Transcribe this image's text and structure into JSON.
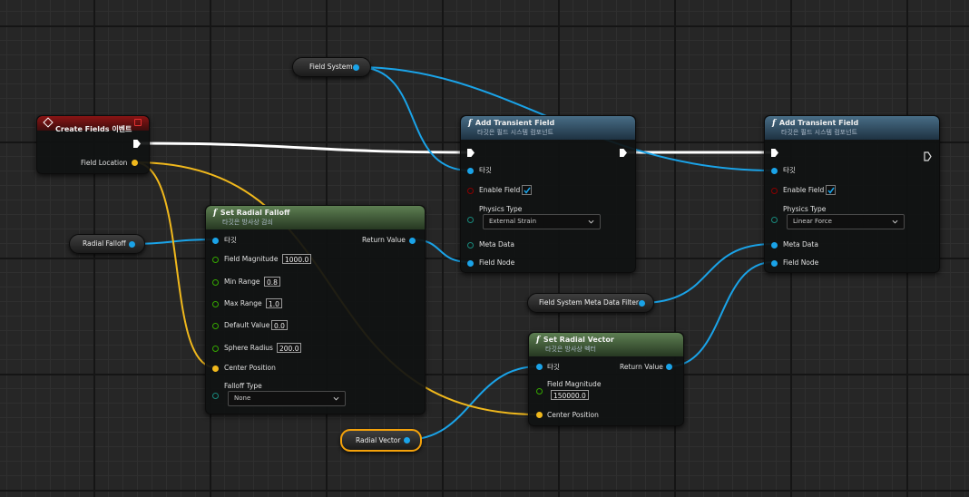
{
  "colors": {
    "object_pin": "#1aa3e8",
    "vector_pin": "#f0b81c",
    "float_pin": "#35a800",
    "exec_wire": "#ffffff",
    "selection": "#f5a20a"
  },
  "event_node": {
    "title": "Create Fields 이벤트",
    "field_location": "Field Location"
  },
  "vars": {
    "field_system": "Field System",
    "radial_falloff": "Radial Falloff",
    "meta_filter": "Field System Meta Data Filter",
    "radial_vector": "Radial Vector"
  },
  "falloff_node": {
    "title": "Set Radial Falloff",
    "subtitle": "타깃은 방사상 감쇠",
    "target": "타깃",
    "return_value": "Return Value",
    "field_magnitude": "Field Magnitude",
    "field_magnitude_value": "1000.0",
    "min_range": "Min Range",
    "min_range_value": "0.8",
    "max_range": "Max Range",
    "max_range_value": "1.0",
    "default_value": "Default Value",
    "default_value_value": "0.0",
    "sphere_radius": "Sphere Radius",
    "sphere_radius_value": "200.0",
    "center_position": "Center Position",
    "falloff_type": "Falloff Type",
    "falloff_type_value": "None"
  },
  "vector_node": {
    "title": "Set Radial Vector",
    "subtitle": "타깃은 방사상 벡터",
    "target": "타깃",
    "return_value": "Return Value",
    "field_magnitude": "Field Magnitude",
    "field_magnitude_value": "150000.0",
    "center_position": "Center Position"
  },
  "transient1": {
    "title": "Add Transient Field",
    "subtitle": "타깃은 필드 시스템 컴포넌트",
    "target": "타깃",
    "enable_field": "Enable Field",
    "physics_type": "Physics Type",
    "physics_type_value": "External Strain",
    "meta_data": "Meta Data",
    "field_node": "Field Node"
  },
  "transient2": {
    "title": "Add Transient Field",
    "subtitle": "타깃은 필드 시스템 컴포넌트",
    "target": "타깃",
    "enable_field": "Enable Field",
    "physics_type": "Physics Type",
    "physics_type_value": "Linear Force",
    "meta_data": "Meta Data",
    "field_node": "Field Node"
  }
}
